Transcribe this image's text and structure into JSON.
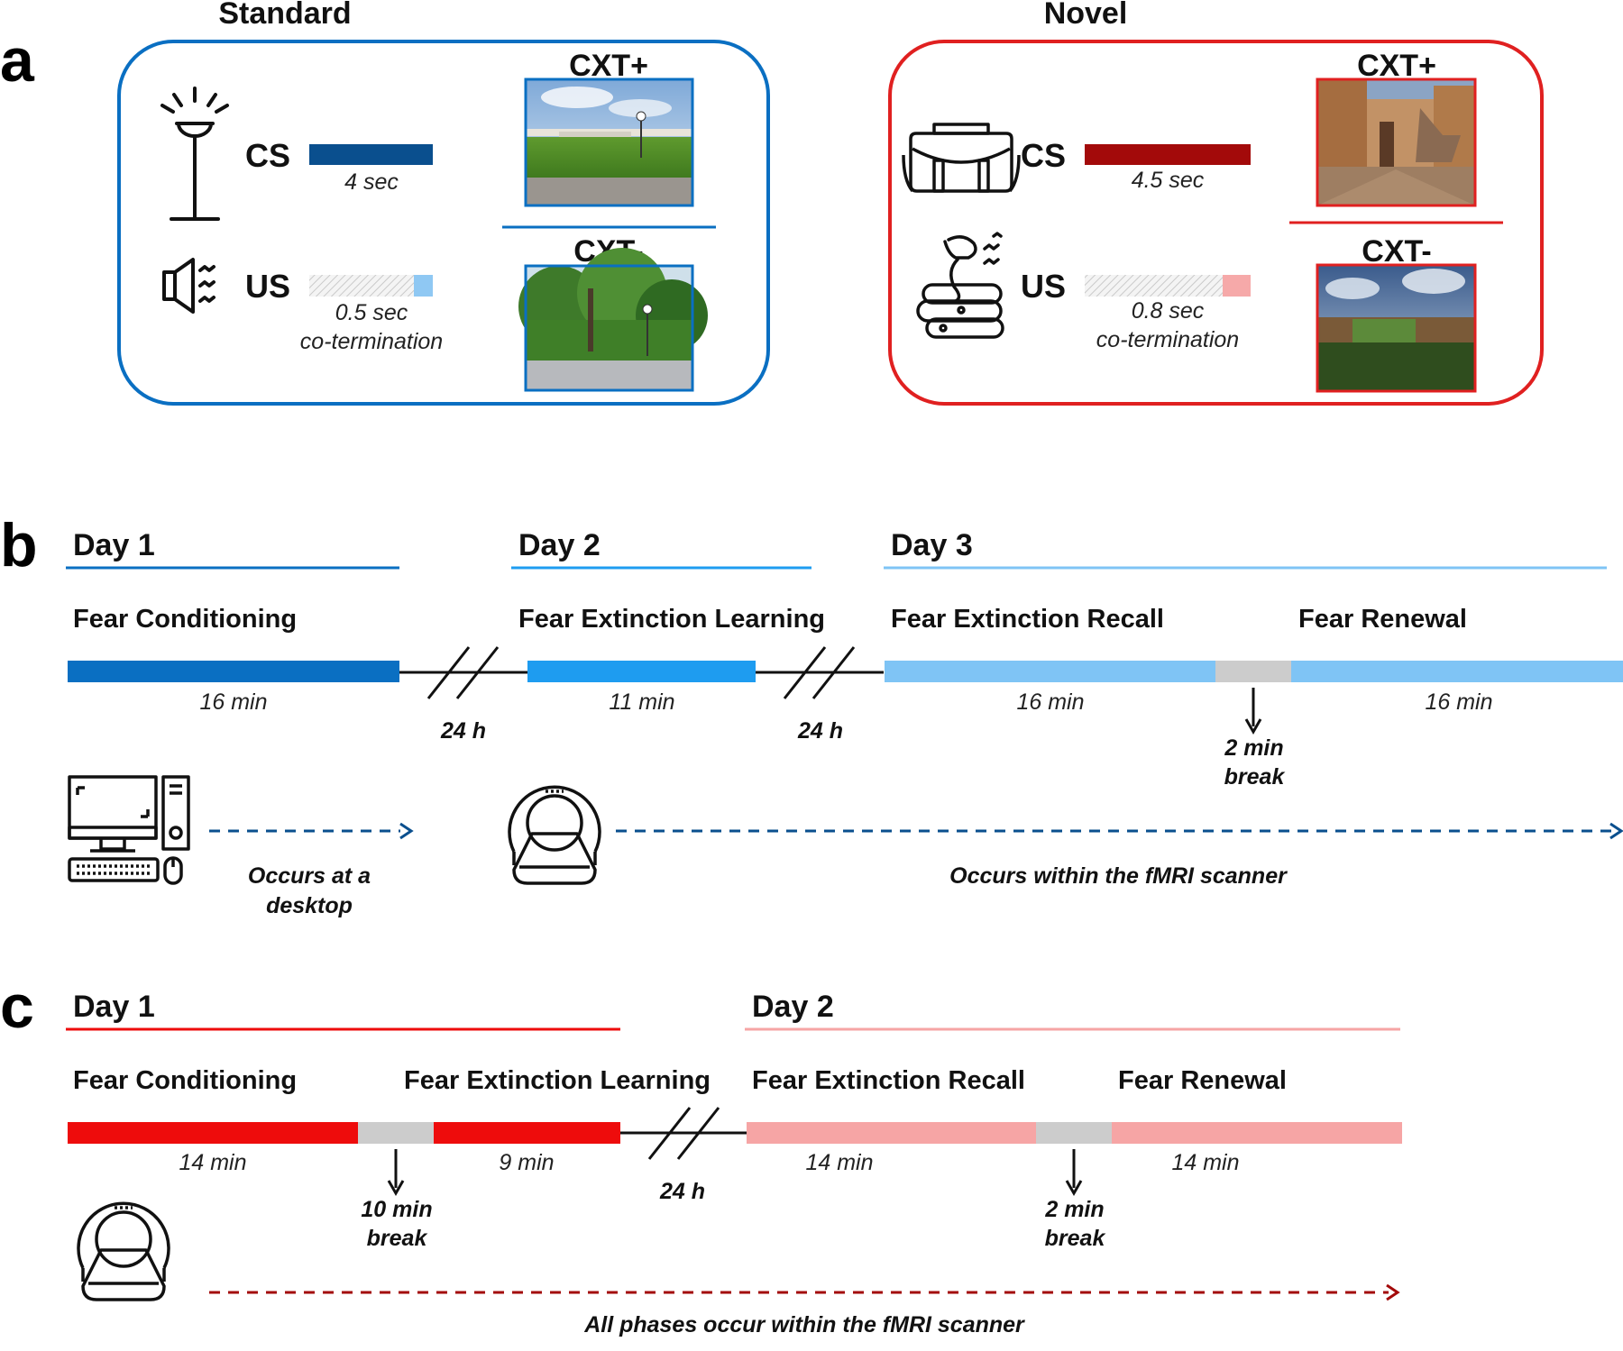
{
  "panel_a": {
    "letter": "a",
    "standard": {
      "title": "Standard",
      "cs_label": "CS",
      "cs_duration": "4 sec",
      "us_label": "US",
      "us_duration": "0.5 sec",
      "us_note": "co-termination",
      "cxt_plus": "CXT+",
      "cxt_minus": "CXT-",
      "color": "#0a6fc2",
      "cs_bar_color": "#0a4f8e",
      "us_bar_color": "#8fc8f3",
      "cs_icon": "lamp-post-light-icon",
      "us_icon": "speaker-sound-icon"
    },
    "novel": {
      "title": "Novel",
      "cs_label": "CS",
      "cs_duration": "4.5 sec",
      "us_label": "US",
      "us_duration": "0.8 sec",
      "us_note": "co-termination",
      "cxt_plus": "CXT+",
      "cxt_minus": "CXT-",
      "color": "#e02020",
      "cs_bar_color": "#a30a0a",
      "us_bar_color": "#f6a9a9",
      "cs_icon": "bag-icon",
      "us_icon": "snake-hissing-icon"
    }
  },
  "panel_b": {
    "letter": "b",
    "days": [
      "Day 1",
      "Day 2",
      "Day 3"
    ],
    "phases": [
      "Fear Conditioning",
      "Fear Extinction Learning",
      "Fear Extinction Recall",
      "Fear Renewal"
    ],
    "durations": [
      "16 min",
      "11 min",
      "16 min",
      "16 min"
    ],
    "gaps": [
      "24 h",
      "24 h"
    ],
    "break_line1": "2 min",
    "break_line2": "break",
    "desktop_note_line1": "Occurs at a",
    "desktop_note_line2": "desktop",
    "scanner_note": "Occurs within the fMRI scanner",
    "colors": {
      "day1": "#0a6fc2",
      "day2": "#1e9cf0",
      "day3": "#7fc4f5",
      "break": "#cccccc",
      "arrow": "#0a4f8e"
    }
  },
  "panel_c": {
    "letter": "c",
    "days": [
      "Day 1",
      "Day 2"
    ],
    "phases": [
      "Fear Conditioning",
      "Fear Extinction Learning",
      "Fear Extinction Recall",
      "Fear Renewal"
    ],
    "durations": [
      "14 min",
      "9 min",
      "14 min",
      "14 min"
    ],
    "gap": "24 h",
    "break1_line1": "10 min",
    "break1_line2": "break",
    "break2_line1": "2 min",
    "break2_line2": "break",
    "scanner_note": "All phases occur within the fMRI scanner",
    "colors": {
      "day1": "#ee0c0c",
      "day2": "#f6a5a5",
      "break": "#cccccc",
      "arrow": "#a30a0a"
    }
  }
}
